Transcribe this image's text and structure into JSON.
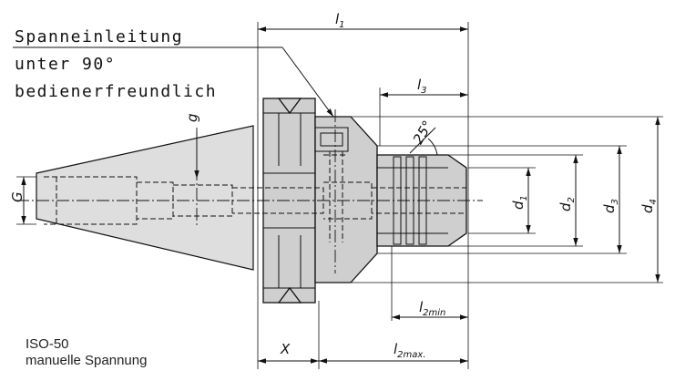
{
  "callout": {
    "line1": "Spanneinleitung",
    "line2": "unter 90°",
    "line3": "bedienerfreundlich"
  },
  "caption": {
    "line1": "ISO-50",
    "line2": "manuelle Spannung"
  },
  "dimensions": {
    "l1": {
      "main": "l",
      "sub": "1"
    },
    "l3": {
      "main": "l",
      "sub": "3"
    },
    "l2min": {
      "main": "l",
      "sub": "2min"
    },
    "l2max": {
      "main": "l",
      "sub": "2max."
    },
    "x": "X",
    "g": "g",
    "G": "G",
    "d1": {
      "main": "d",
      "sub": "1"
    },
    "d2": {
      "main": "d",
      "sub": "2"
    },
    "d3": {
      "main": "d",
      "sub": "3"
    },
    "d4": {
      "main": "d",
      "sub": "4"
    },
    "angle": "25°"
  }
}
